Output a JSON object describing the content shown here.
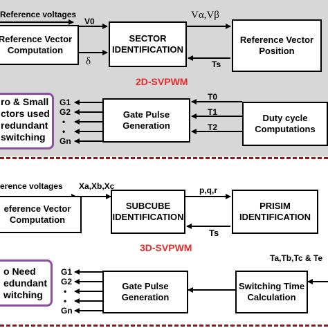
{
  "top": {
    "title": "2D-SVPWM",
    "input_label": "Reference voltages",
    "boxes": {
      "ref_vector_computation": "Reference Vector\nComputation",
      "sector_identification": "SECTOR\nIDENTIFICATION",
      "ref_vector_position": "Reference Vector\nPosition",
      "gate_pulse_generation": "Gate Pulse\nGeneration",
      "duty_cycle_computations": "Duty cycle\nComputations"
    },
    "signals": {
      "v0": "V0",
      "valpha_vbeta": "Vα,Vβ",
      "delta": "δ",
      "ts": "Ts",
      "t0": "T0",
      "t1": "T1",
      "t2": "T2"
    },
    "gate_outputs": [
      "G1",
      "G2",
      "•",
      "•",
      "Gn"
    ],
    "note": "ro & Small\nctors used\n redundant\nswitching"
  },
  "bottom": {
    "title": "3D-SVPWM",
    "input_label": "erence voltages",
    "boxes": {
      "ref_vector_computation": "eference Vector\nComputation",
      "subcube_identification": "SUBCUBE\nIDENTIFICATION",
      "prisim_identification": "PRISIM\nIDENTIFICATION",
      "gate_pulse_generation": "Gate Pulse\nGeneration",
      "switching_time_calculation": "Switching Time\nCalculation"
    },
    "signals": {
      "xabc": "Xa,Xb,Xc",
      "pqr": "p,q,r",
      "ts": "Ts",
      "times": "Ta,Tb,Tc & Te"
    },
    "gate_outputs": [
      "G1",
      "G2",
      "•",
      "•",
      "Gn"
    ],
    "note": "o Need\nedundant\nwitching"
  },
  "colors": {
    "panel": "#d7d7d7",
    "title_red": "#e52b2b",
    "dash": "#8b1a1a",
    "note_border": "#8b4fa4"
  }
}
